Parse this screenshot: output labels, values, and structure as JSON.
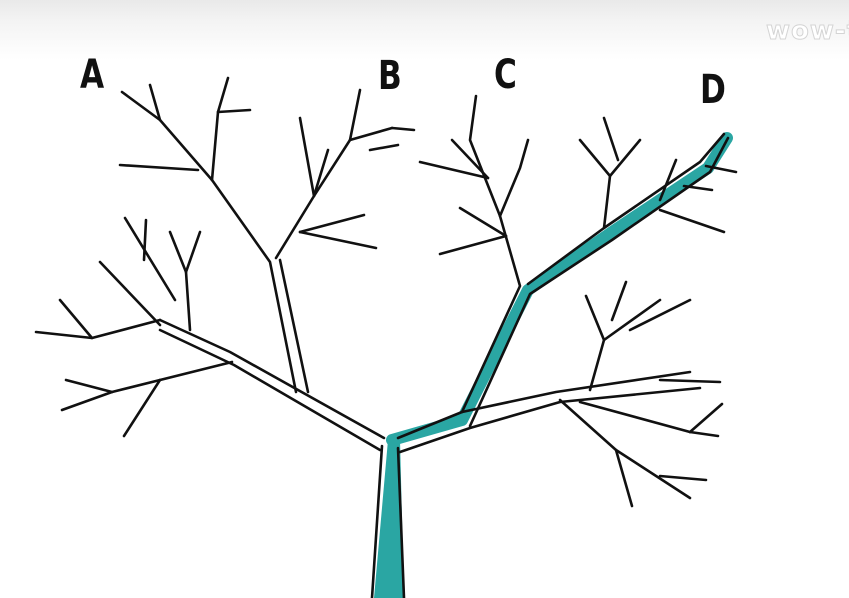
{
  "watermark": "wow-t",
  "labels": {
    "a": "A",
    "b": "B",
    "c": "C",
    "d": "D"
  },
  "colors": {
    "highlight": "#2aa6a3",
    "ink": "#111111",
    "background": "#ffffff"
  }
}
